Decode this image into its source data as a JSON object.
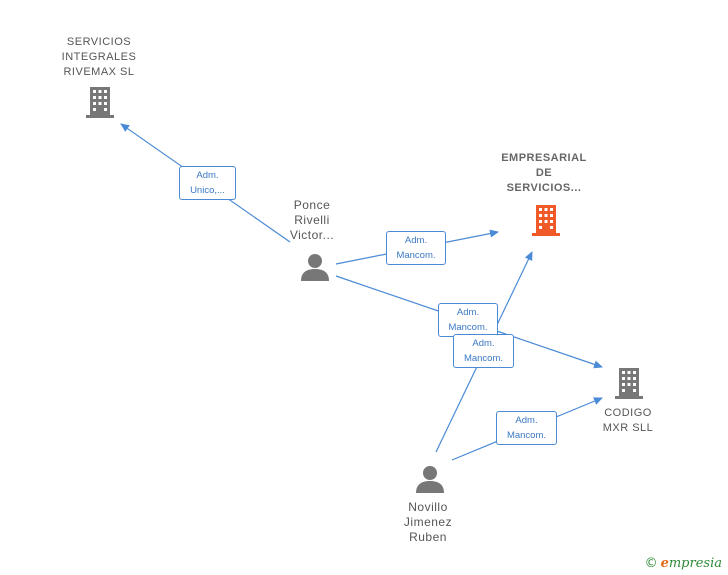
{
  "nodes": {
    "servicios": {
      "label": "SERVICIOS\nINTEGRALES\nRIVEMAX  SL",
      "type": "company",
      "color": "#777777"
    },
    "empresarial": {
      "label": "EMPRESARIAL\nDE\nSERVICIOS...",
      "type": "company",
      "color": "#f05a28"
    },
    "codigo": {
      "label": "CODIGO\nMXR  SLL",
      "type": "company",
      "color": "#777777"
    },
    "ponce": {
      "label": "Ponce\nRivelli\nVictor...",
      "type": "person",
      "color": "#777777"
    },
    "novillo": {
      "label": "Novillo\nJimenez\nRuben",
      "type": "person",
      "color": "#777777"
    }
  },
  "edges": [
    {
      "from": "ponce",
      "to": "servicios",
      "label": "Adm.\nUnico,..."
    },
    {
      "from": "ponce",
      "to": "empresarial",
      "label": "Adm.\nMancom."
    },
    {
      "from": "ponce",
      "to": "codigo",
      "label": "Adm.\nMancom."
    },
    {
      "from": "novillo",
      "to": "empresarial",
      "label": "Adm.\nMancom."
    },
    {
      "from": "novillo",
      "to": "codigo",
      "label": "Adm.\nMancom."
    }
  ],
  "footer": {
    "copyright": "©",
    "brand_initial": "e",
    "brand_rest": "mpresia"
  },
  "colors": {
    "edge": "#4a8ad6",
    "highlight": "#f05a28"
  }
}
